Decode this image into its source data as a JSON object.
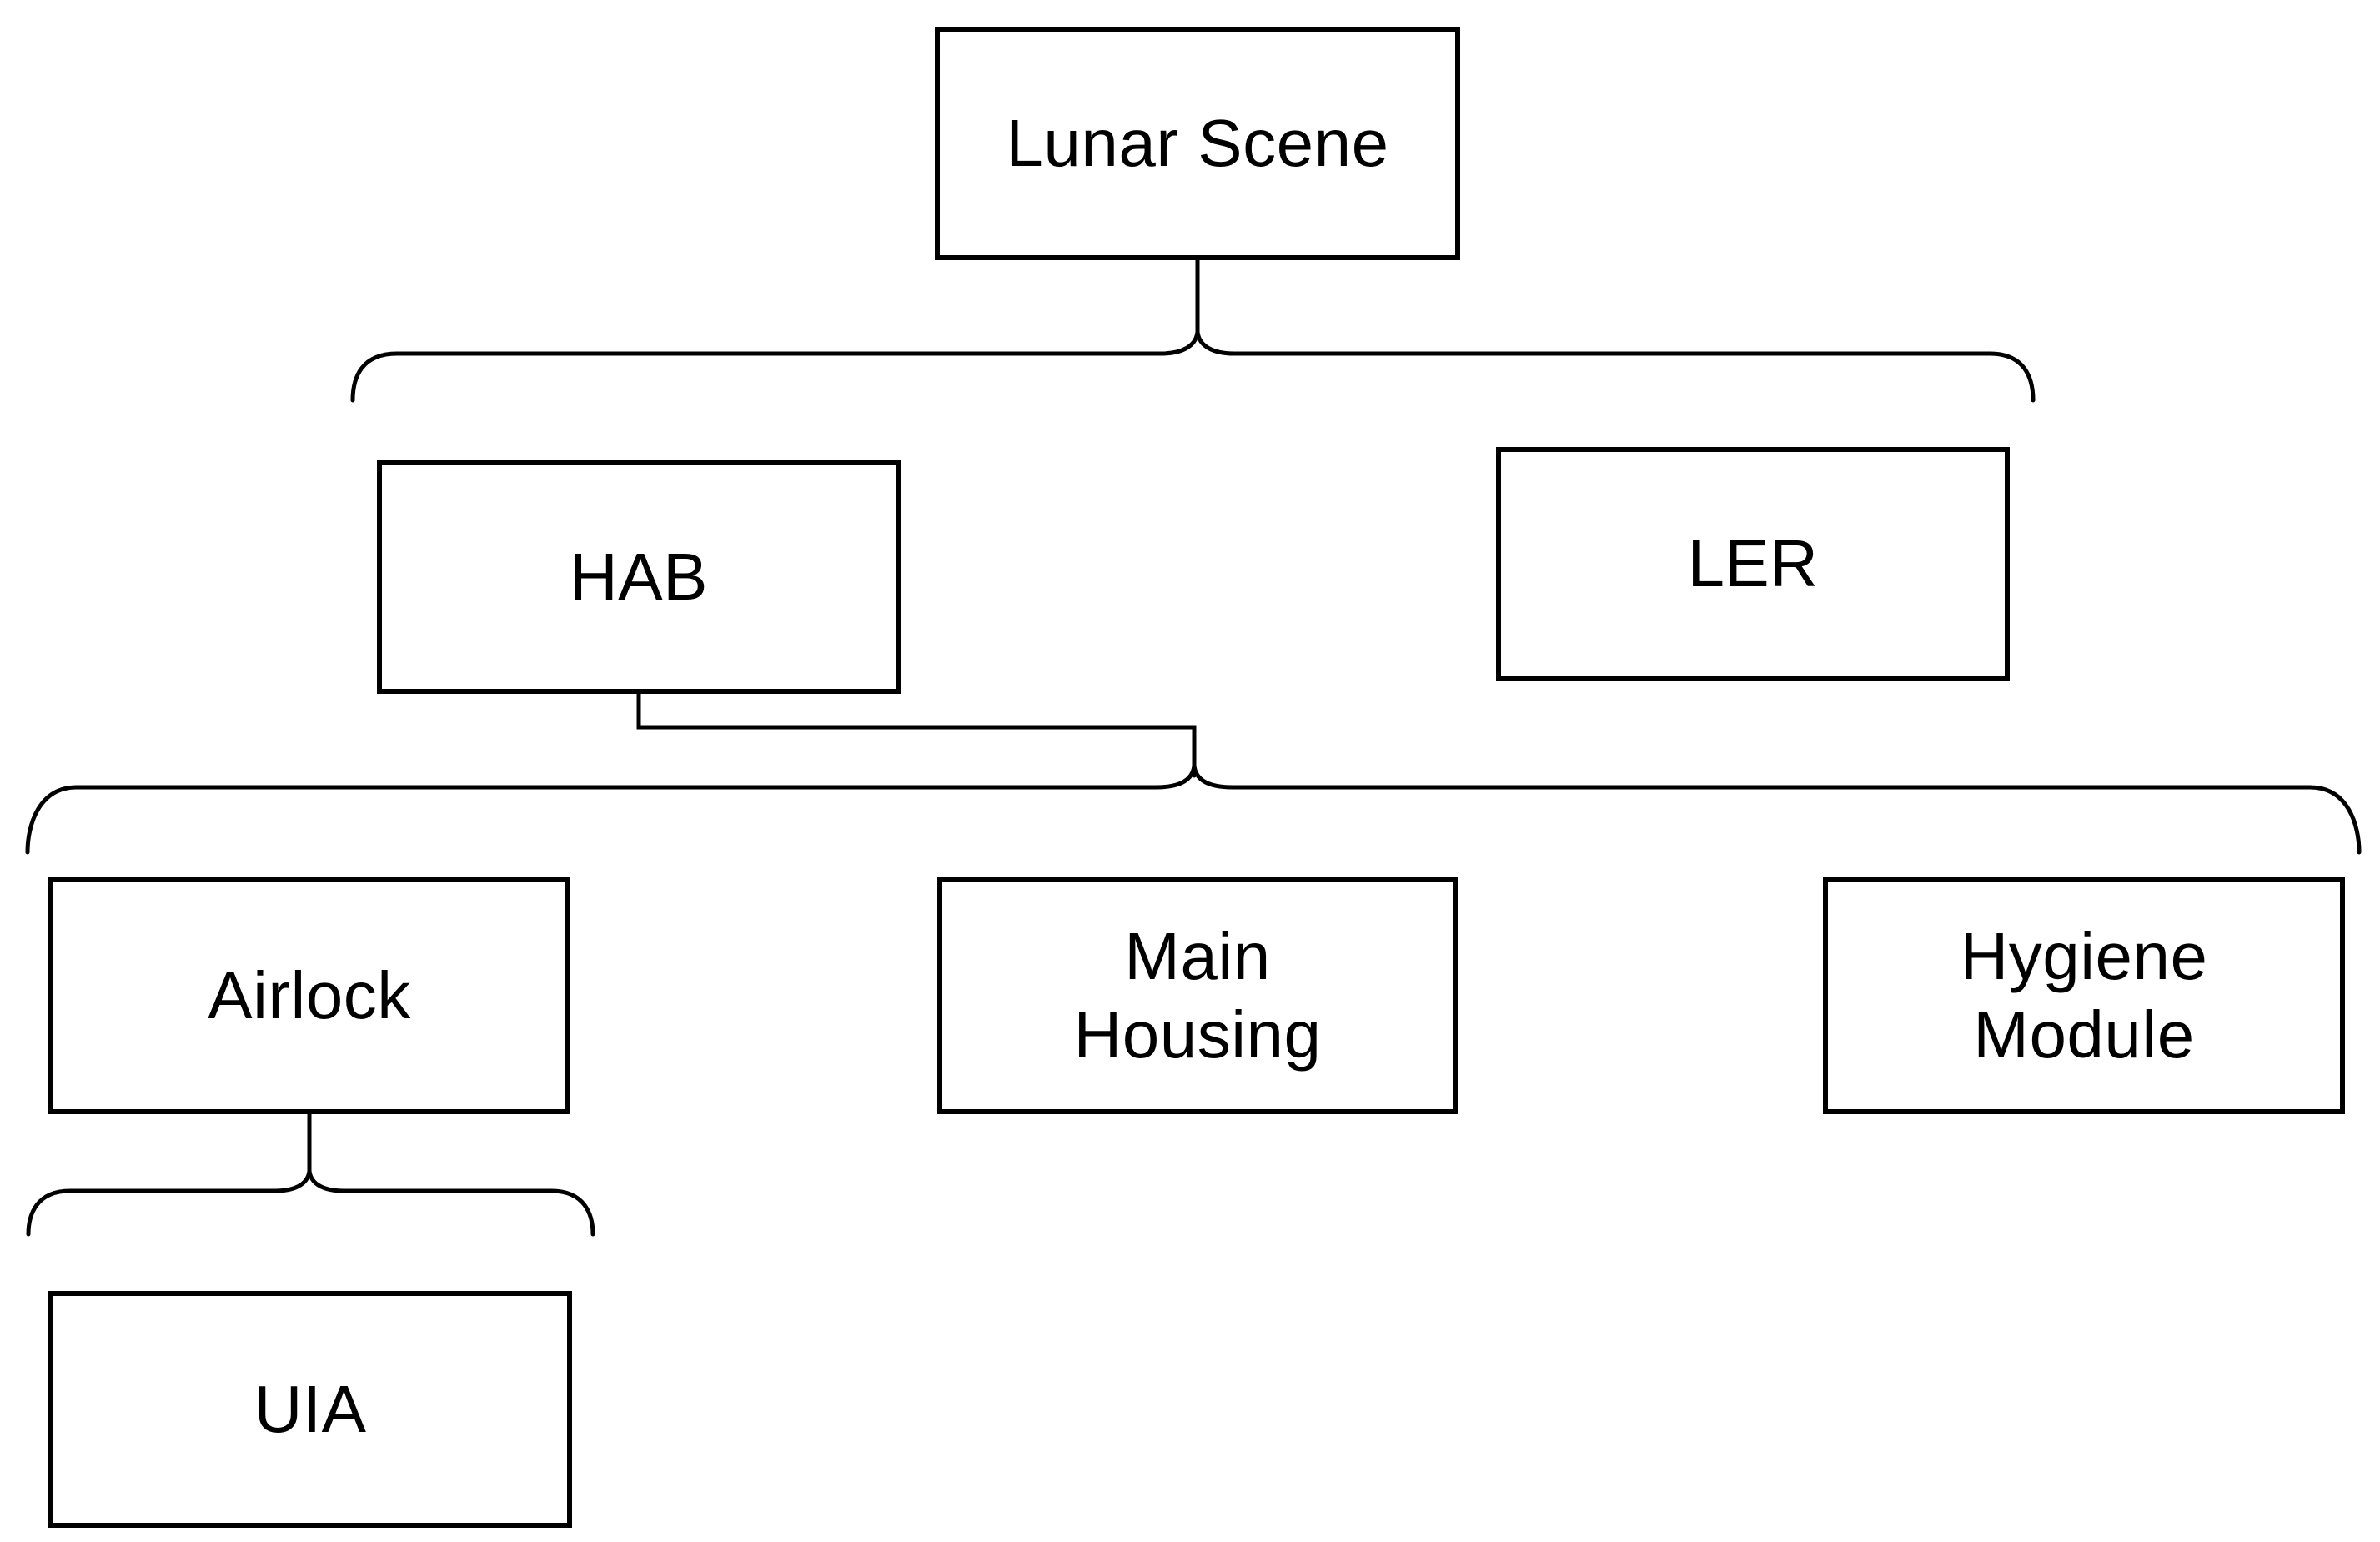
{
  "diagram": {
    "type": "tree",
    "orientation": "top-down",
    "connector_style": "curly-brace",
    "colors": {
      "background": "#ffffff",
      "line": "#000000",
      "box_fill": "#ffffff",
      "text": "#000000"
    },
    "tree": {
      "label": "Lunar Scene",
      "children": [
        {
          "label": "HAB",
          "children": [
            {
              "label": "Airlock",
              "children": [
                {
                  "label": "UIA",
                  "children": []
                }
              ]
            },
            {
              "label": "Main\nHousing",
              "children": []
            },
            {
              "label": "Hygiene\nModule",
              "children": []
            }
          ]
        },
        {
          "label": "LER",
          "children": []
        }
      ]
    }
  }
}
